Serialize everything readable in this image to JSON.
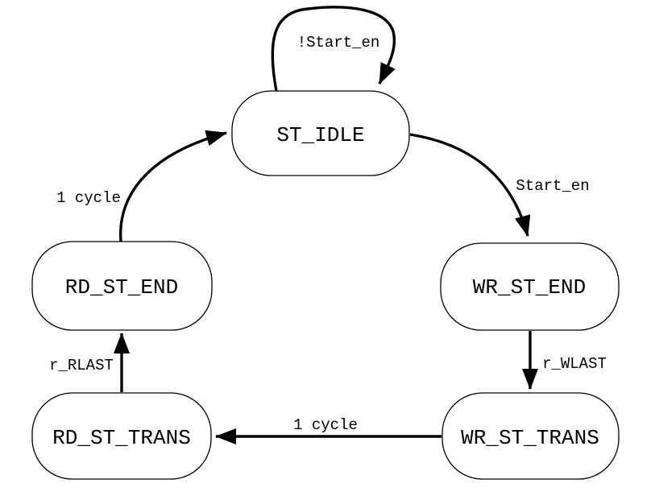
{
  "diagram": {
    "type": "state-machine",
    "colors": {
      "background": "#ffffff",
      "state_fill": "#ffffff",
      "stroke": "#000000",
      "text": "#000000"
    },
    "states": [
      {
        "id": "st-idle",
        "label": "ST_IDLE"
      },
      {
        "id": "wr-st-end",
        "label": "WR_ST_END"
      },
      {
        "id": "wr-st-trans",
        "label": "WR_ST_TRANS"
      },
      {
        "id": "rd-st-trans",
        "label": "RD_ST_TRANS"
      },
      {
        "id": "rd-st-end",
        "label": "RD_ST_END"
      }
    ],
    "transitions": [
      {
        "from": "ST_IDLE",
        "to": "ST_IDLE",
        "label": "!Start_en"
      },
      {
        "from": "ST_IDLE",
        "to": "WR_ST_END",
        "label": "Start_en"
      },
      {
        "from": "WR_ST_END",
        "to": "WR_ST_TRANS",
        "label": "r_WLAST"
      },
      {
        "from": "WR_ST_TRANS",
        "to": "RD_ST_TRANS",
        "label": "1 cycle"
      },
      {
        "from": "RD_ST_TRANS",
        "to": "RD_ST_END",
        "label": "r_RLAST"
      },
      {
        "from": "RD_ST_END",
        "to": "ST_IDLE",
        "label": "1 cycle"
      }
    ]
  }
}
